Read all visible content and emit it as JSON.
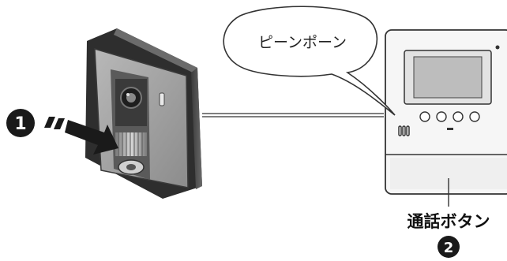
{
  "speech_bubble": {
    "text": "ピーンポーン"
  },
  "talk_button": {
    "label": "通話ボタン"
  },
  "steps": {
    "one": "1",
    "two": "2"
  },
  "colors": {
    "device_dark": "#4a4a4a",
    "device_mid": "#8a8a8a",
    "device_light": "#c8c8c8",
    "panel_face": "#f4f4f4",
    "screen": "#bdbdbd",
    "badge": "#1a1a1a",
    "arrow": "#1a1a1a"
  }
}
